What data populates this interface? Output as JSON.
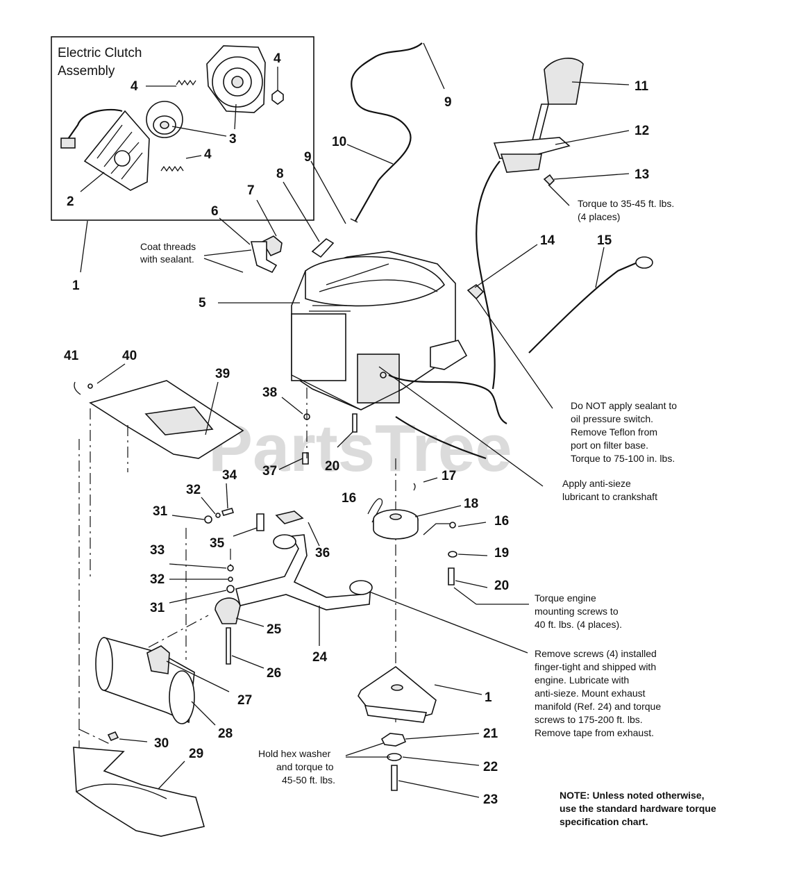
{
  "inset": {
    "title_line1": "Electric Clutch",
    "title_line2": "Assembly"
  },
  "watermark": "PartsTree",
  "callouts": {
    "n1_box": "1",
    "n2": "2",
    "n3": "3",
    "n4_a": "4",
    "n4_b": "4",
    "n4_c": "4",
    "n5": "5",
    "n6": "6",
    "n7": "7",
    "n8": "8",
    "n9_a": "9",
    "n9_b": "9",
    "n10": "10",
    "n11": "11",
    "n12": "12",
    "n13": "13",
    "n14": "14",
    "n15": "15",
    "n16_a": "16",
    "n16_b": "16",
    "n17": "17",
    "n18": "18",
    "n19": "19",
    "n20_a": "20",
    "n20_b": "20",
    "n21": "21",
    "n22": "22",
    "n23": "23",
    "n24": "24",
    "n25": "25",
    "n26": "26",
    "n27": "27",
    "n28": "28",
    "n29": "29",
    "n30": "30",
    "n31_a": "31",
    "n31_b": "31",
    "n32_a": "32",
    "n32_b": "32",
    "n33": "33",
    "n34": "34",
    "n35": "35",
    "n36": "36",
    "n37": "37",
    "n38": "38",
    "n39": "39",
    "n40": "40",
    "n41": "41",
    "n1_clutch": "1"
  },
  "notes": {
    "coat": [
      "Coat threads",
      "with sealant."
    ],
    "torque13": [
      "Torque to 35-45 ft. lbs.",
      "(4 places)"
    ],
    "sealant": [
      "Do NOT apply sealant to",
      "oil pressure switch.",
      "Remove Teflon from",
      "port on filter base.",
      "Torque to 75-100 in. lbs."
    ],
    "antiseize": [
      "Apply anti-sieze",
      "lubricant to crankshaft"
    ],
    "engine_torque": [
      "Torque engine",
      "mounting screws to",
      "40 ft. lbs. (4 places)."
    ],
    "screws": [
      "Remove screws (4) installed",
      "finger-tight and shipped with",
      "engine. Lubricate with",
      "anti-sieze. Mount exhaust",
      "manifold (Ref. 24) and torque",
      "screws to 175-200 ft. lbs.",
      "Remove tape from exhaust."
    ],
    "hex": [
      "Hold hex washer",
      "and torque to",
      "45-50 ft. lbs."
    ],
    "general": [
      "NOTE: Unless noted otherwise,",
      "use the standard hardware torque",
      "specification chart."
    ]
  }
}
